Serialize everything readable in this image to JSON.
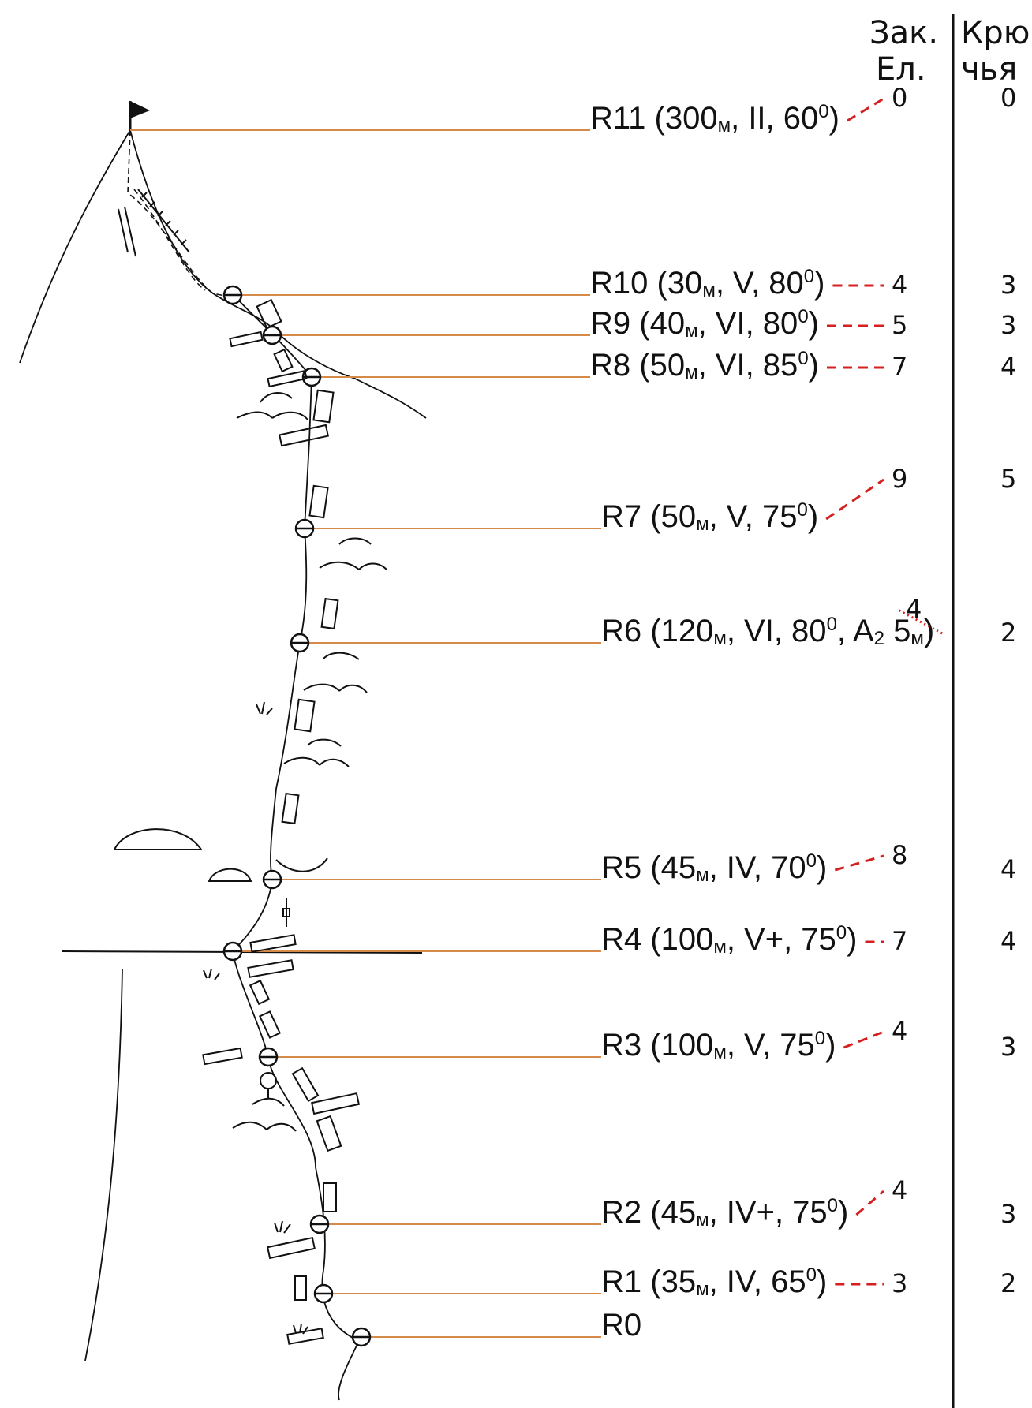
{
  "header": {
    "col1_line1": "Зак.",
    "col1_line2": "Ел.",
    "col2_line1": "Крю",
    "col2_line2": "чья"
  },
  "pitches": [
    {
      "id": "R11",
      "len": "300",
      "unit": "м",
      "grade": "II",
      "angle": "60",
      "deg": "0",
      "extra": "",
      "anchors": "0",
      "pitons": "0"
    },
    {
      "id": "R10",
      "len": "30",
      "unit": "м",
      "grade": "V",
      "angle": "80",
      "deg": "0",
      "extra": "",
      "anchors": "4",
      "pitons": "3"
    },
    {
      "id": "R9",
      "len": "40",
      "unit": "м",
      "grade": "VI",
      "angle": "80",
      "deg": "0",
      "extra": "",
      "anchors": "5",
      "pitons": "3"
    },
    {
      "id": "R8",
      "len": "50",
      "unit": "м",
      "grade": "VI",
      "angle": "85",
      "deg": "0",
      "extra": "",
      "anchors": "7",
      "pitons": "4"
    },
    {
      "id": "R7",
      "len": "50",
      "unit": "м",
      "grade": "V",
      "angle": "75",
      "deg": "0",
      "extra": "",
      "anchors": "9",
      "pitons": "5"
    },
    {
      "id": "R6",
      "len": "120",
      "unit": "м",
      "grade": "VI",
      "angle": "80",
      "deg": "0",
      "extra": "A",
      "extra_sub": "2",
      "extra_len": "5",
      "anchors": "4",
      "pitons": "2"
    },
    {
      "id": "R5",
      "len": "45",
      "unit": "м",
      "grade": "IV",
      "angle": "70",
      "deg": "0",
      "extra": "",
      "anchors": "8",
      "pitons": "4"
    },
    {
      "id": "R4",
      "len": "100",
      "unit": "м",
      "grade": "V+",
      "angle": "75",
      "deg": "0",
      "extra": "",
      "anchors": "7",
      "pitons": "4"
    },
    {
      "id": "R3",
      "len": "100",
      "unit": "м",
      "grade": "V",
      "angle": "75",
      "deg": "0",
      "extra": "",
      "anchors": "4",
      "pitons": "3"
    },
    {
      "id": "R2",
      "len": "45",
      "unit": "м",
      "grade": "IV+",
      "angle": "75",
      "deg": "0",
      "extra": "",
      "anchors": "4",
      "pitons": "3"
    },
    {
      "id": "R1",
      "len": "35",
      "unit": "м",
      "grade": "IV",
      "angle": "65",
      "deg": "0",
      "extra": "",
      "anchors": "3",
      "pitons": "2"
    },
    {
      "id": "R0",
      "len": "",
      "unit": "",
      "grade": "",
      "angle": "",
      "deg": "",
      "extra": "",
      "anchors": "",
      "pitons": ""
    }
  ],
  "colors": {
    "leader": "#d68a4a",
    "dash": "#d42020",
    "ink": "#111111"
  }
}
